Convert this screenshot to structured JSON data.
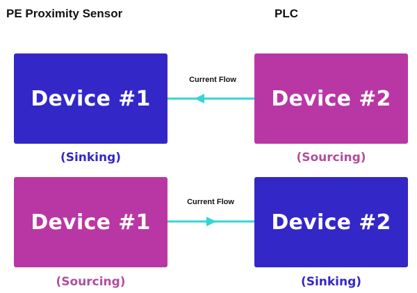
{
  "headings": {
    "left": "PE Proximity Sensor",
    "right": "PLC"
  },
  "colors": {
    "sinking": "#3327c8",
    "sourcing": "#b937a4",
    "sinking_text": "#3327c8",
    "sourcing_text": "#b34d9f",
    "arrow": "#33d6d6"
  },
  "rows": [
    {
      "left": {
        "label": "Device #1",
        "mode": "(Sinking)",
        "kind": "sinking"
      },
      "flow": {
        "label": "Current Flow",
        "direction": "right-to-left"
      },
      "right": {
        "label": "Device #2",
        "mode": "(Sourcing)",
        "kind": "sourcing"
      }
    },
    {
      "left": {
        "label": "Device #1",
        "mode": "(Sourcing)",
        "kind": "sourcing"
      },
      "flow": {
        "label": "Current Flow",
        "direction": "left-to-right"
      },
      "right": {
        "label": "Device #2",
        "mode": "(Sinking)",
        "kind": "sinking"
      }
    }
  ]
}
